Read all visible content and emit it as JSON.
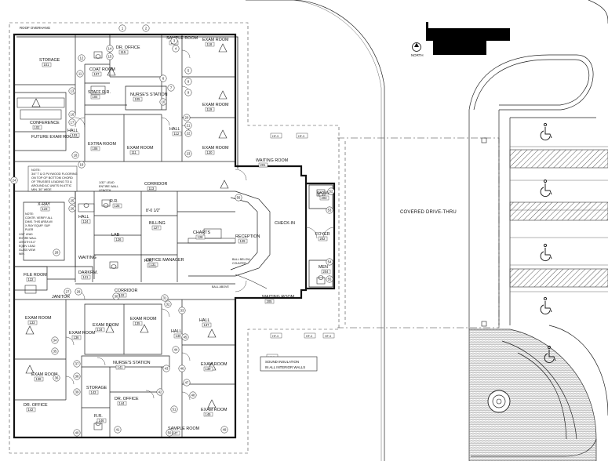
{
  "plan": {
    "title_block_text": "",
    "north_label": "NORTH",
    "roof_overhang": "ROOF OVERHANG",
    "covered_drive": "COVERED DRIVE-THRU",
    "sound_note_line1": "SOUND INSULATION",
    "sound_note_line2": "IN ALL INTERIOR WALLS",
    "plywood_note": [
      "NOTE:",
      "3/4\" T & G PLYWOOD FLOORING",
      "ON TOP OF BOTTOM CHORD",
      "OF TRUSSES LEADING TO &",
      "AROUND AC UNITS IN ATTIC",
      "MIN. 30\" WIDE"
    ],
    "lead_note": [
      "1/32\" LEAD",
      "ENTIRE WALL",
      "LENGTH"
    ],
    "xray_note": [
      "NOTE:",
      "CONTR. VERIFY ALL",
      "DIMS. THIS AREA W/",
      "X-RAY EQUIP. SUP.",
      "PLIER"
    ],
    "lead_note2": [
      "1/32\" LEAD",
      "ENTIRE WALL",
      "LENGTH 8'-0\"",
      "EQUIV. LEAD",
      "GLASS VIEW",
      "WIN."
    ],
    "dimension": "8'-0 1/2\"",
    "ball_below": [
      "BALL BELOW",
      "COUNTER"
    ],
    "ball_above": "BALL ABOVE",
    "rooms": [
      {
        "name": "STORAGE",
        "num": "101"
      },
      {
        "name": "DR. OFFICE",
        "num": "115"
      },
      {
        "name": "SAMPLE ROOM",
        "num": "117"
      },
      {
        "name": "EXAM ROOM",
        "num": "118"
      },
      {
        "name": "COAT ROOM",
        "num": "107"
      },
      {
        "name": "STAFF R.R.",
        "num": "104"
      },
      {
        "name": "NURSE'S STATION",
        "num": "105"
      },
      {
        "name": "EXAM ROOM",
        "num": "119"
      },
      {
        "name": "CONFERENCE",
        "num": "102"
      },
      {
        "name": "FUTURE EXAM ROOMS",
        "num": ""
      },
      {
        "name": "HALL",
        "num": "103"
      },
      {
        "name": "EXTRA ROOM",
        "num": "106"
      },
      {
        "name": "EXAM ROOM",
        "num": "111"
      },
      {
        "name": "HALL",
        "num": "112"
      },
      {
        "name": "EXAM ROOM",
        "num": "120"
      },
      {
        "name": "WAITING ROOM",
        "num": "201"
      },
      {
        "name": "CORRIDOR",
        "num": "113"
      },
      {
        "name": "X-RAY",
        "num": "123"
      },
      {
        "name": "HALL",
        "num": "124"
      },
      {
        "name": "R.R.",
        "num": "125"
      },
      {
        "name": "LAB",
        "num": "126"
      },
      {
        "name": "BILLING",
        "num": "127"
      },
      {
        "name": "CHARTS",
        "num": "128"
      },
      {
        "name": "RECEPTION",
        "num": "129"
      },
      {
        "name": "CHECK-IN",
        "num": ""
      },
      {
        "name": "WOMEN",
        "num": "203"
      },
      {
        "name": "FOYER",
        "num": "202"
      },
      {
        "name": "MEN",
        "num": "204"
      },
      {
        "name": "WAITING",
        "num": ""
      },
      {
        "name": "DARKRM.",
        "num": "121"
      },
      {
        "name": "R.R.",
        "num": "130"
      },
      {
        "name": "OFFICE MANAGER",
        "num": "131"
      },
      {
        "name": "FILE ROOM",
        "num": "122"
      },
      {
        "name": "JANITOR",
        "num": ""
      },
      {
        "name": "CORRIDOR",
        "num": "132"
      },
      {
        "name": "WAITING ROOM",
        "num": "205"
      },
      {
        "name": "EXAM ROOM",
        "num": "133"
      },
      {
        "name": "EXAM ROOM",
        "num": "134"
      },
      {
        "name": "EXAM ROOM",
        "num": "135"
      },
      {
        "name": "EXAM ROOM",
        "num": "136"
      },
      {
        "name": "HALL",
        "num": "140"
      },
      {
        "name": "HALL",
        "num": "137"
      },
      {
        "name": "EXAM ROOM",
        "num": "138"
      },
      {
        "name": "NURSE'S STATION",
        "num": "141"
      },
      {
        "name": "EXAM ROOM",
        "num": "139"
      },
      {
        "name": "STORAGE",
        "num": "143"
      },
      {
        "name": "DR. OFFICE",
        "num": "144"
      },
      {
        "name": "DR. OFFICE",
        "num": "142"
      },
      {
        "name": "EXAM ROOM",
        "num": "145"
      },
      {
        "name": "R.R.",
        "num": "146"
      },
      {
        "name": "SAMPLE ROOM",
        "num": "147"
      }
    ],
    "door_tags": [
      "1",
      "2",
      "3",
      "4",
      "5",
      "6",
      "7",
      "8",
      "9",
      "10",
      "11",
      "12",
      "13",
      "14",
      "15",
      "16",
      "17",
      "18",
      "19",
      "20",
      "21",
      "22",
      "23",
      "24",
      "25",
      "26",
      "27",
      "28",
      "29",
      "30",
      "31",
      "32",
      "33",
      "34",
      "35",
      "36",
      "37",
      "38",
      "39",
      "40",
      "41",
      "42",
      "43",
      "44",
      "45",
      "46",
      "47",
      "48",
      "49",
      "50",
      "51",
      "52",
      "53",
      "54",
      "55",
      "56"
    ],
    "wall_tag": "HF-3",
    "accent": "#111111"
  }
}
